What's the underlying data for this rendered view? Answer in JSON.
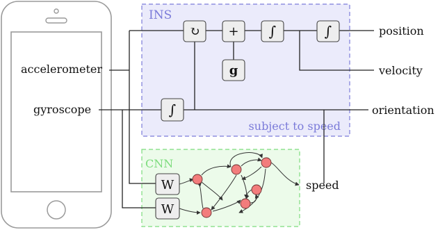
{
  "ins": {
    "title": "INS",
    "footer": "subject to speed",
    "color": "#7b7bd9",
    "fill": "#ebebfb"
  },
  "cnn": {
    "title": "CNN",
    "color": "#7ddc7d",
    "fill": "#ecfbea"
  },
  "inputs": {
    "accelerometer": "accelerometer",
    "gyroscope": "gyroscope"
  },
  "outputs": {
    "position": "position",
    "velocity": "velocity",
    "orientation": "orientation",
    "speed": "speed"
  },
  "blocks": {
    "rotate": "↻",
    "add": "+",
    "gravity": "g",
    "integral": "∫",
    "weight": "W"
  }
}
